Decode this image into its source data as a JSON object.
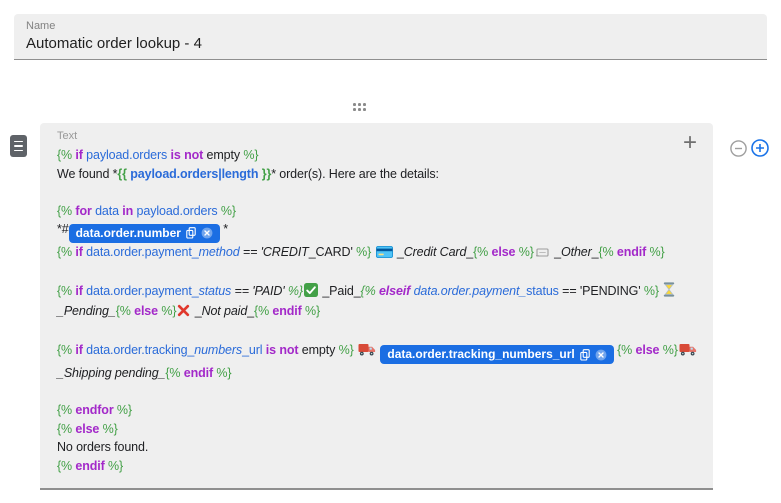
{
  "name_field": {
    "label": "Name",
    "value": "Automatic order lookup - 4"
  },
  "block": {
    "type_label": "Text",
    "add_button_label": "+"
  },
  "colors": {
    "field_bg": "#efefef",
    "keyword": "#a329c9",
    "delimiter": "#43a047",
    "variable": "#2a6bd9",
    "chip_bg": "#1b6ee3",
    "accent_blue": "#1a73e8"
  },
  "icons": [
    "text-block-icon",
    "drag-handle",
    "plus-icon",
    "minus-circle-icon",
    "plus-circle-icon",
    "credit-card-icon",
    "receipt-icon",
    "check-icon",
    "hourglass-icon",
    "cross-icon",
    "truck-icon",
    "copy-icon",
    "remove-icon"
  ],
  "editor": {
    "lines": [
      [
        {
          "t": "{% ",
          "c": "delim"
        },
        {
          "t": "if",
          "c": "kw"
        },
        {
          "t": " ",
          "c": "txt"
        },
        {
          "t": "payload.orders",
          "c": "var"
        },
        {
          "t": " ",
          "c": "txt"
        },
        {
          "t": "is not",
          "c": "kw"
        },
        {
          "t": " empty ",
          "c": "txt"
        },
        {
          "t": "%}",
          "c": "delim"
        }
      ],
      [
        {
          "t": "We found *",
          "c": "txt"
        },
        {
          "t": "{{ ",
          "c": "delim",
          "b": true
        },
        {
          "t": "payload.orders|length",
          "c": "var",
          "b": true
        },
        {
          "t": " }}",
          "c": "delim",
          "b": true
        },
        {
          "t": "* order(s). Here are the details:",
          "c": "txt"
        }
      ],
      [],
      [
        {
          "t": "{% ",
          "c": "delim"
        },
        {
          "t": "for",
          "c": "kw"
        },
        {
          "t": " ",
          "c": "txt"
        },
        {
          "t": "data",
          "c": "var"
        },
        {
          "t": " ",
          "c": "txt"
        },
        {
          "t": "in",
          "c": "kw"
        },
        {
          "t": " ",
          "c": "txt"
        },
        {
          "t": "payload.orders",
          "c": "var"
        },
        {
          "t": " ",
          "c": "txt"
        },
        {
          "t": "%}",
          "c": "delim"
        }
      ],
      [
        {
          "t": "*#",
          "c": "txt"
        },
        {
          "chip": "data.order.number"
        },
        {
          "t": " *",
          "c": "txt"
        }
      ],
      [
        {
          "t": "{% ",
          "c": "delim"
        },
        {
          "t": "if",
          "c": "kw"
        },
        {
          "t": " ",
          "c": "txt"
        },
        {
          "t": "data.order.payment_",
          "c": "var"
        },
        {
          "t": "method",
          "c": "var",
          "i": true
        },
        {
          "t": " == 'CREDIT",
          "c": "txt",
          "i": true
        },
        {
          "t": "_CARD' ",
          "c": "txt"
        },
        {
          "t": "%}",
          "c": "delim"
        },
        {
          "t": " ",
          "c": "txt"
        },
        {
          "icon": "credit-card-icon"
        },
        {
          "t": " _",
          "c": "txt"
        },
        {
          "t": "Credit Card",
          "c": "txt",
          "i": true
        },
        {
          "t": "_",
          "c": "txt"
        },
        {
          "t": "{% ",
          "c": "delim"
        },
        {
          "t": "else",
          "c": "kw"
        },
        {
          "t": " %}",
          "c": "delim"
        },
        {
          "icon": "receipt-icon"
        },
        {
          "t": " _",
          "c": "txt"
        },
        {
          "t": "Other",
          "c": "txt",
          "i": true
        },
        {
          "t": "_",
          "c": "txt"
        },
        {
          "t": "{% ",
          "c": "delim"
        },
        {
          "t": "endif",
          "c": "kw"
        },
        {
          "t": " %}",
          "c": "delim"
        }
      ],
      [],
      [
        {
          "t": "{% ",
          "c": "delim"
        },
        {
          "t": "if",
          "c": "kw"
        },
        {
          "t": " ",
          "c": "txt"
        },
        {
          "t": "data.order.payment_",
          "c": "var"
        },
        {
          "t": "status",
          "c": "var",
          "i": true
        },
        {
          "t": " == 'PAID' ",
          "c": "txt",
          "i": true
        },
        {
          "t": "%}",
          "c": "delim",
          "i": true
        },
        {
          "icon": "check-icon"
        },
        {
          "t": " _Paid_",
          "c": "txt"
        },
        {
          "t": "{% ",
          "c": "delim",
          "i": true
        },
        {
          "t": "elseif",
          "c": "kw",
          "i": true
        },
        {
          "t": " ",
          "c": "txt"
        },
        {
          "t": "data.order.payment_",
          "c": "var",
          "i": true
        },
        {
          "t": "status",
          "c": "var"
        },
        {
          "t": " == 'PENDING' ",
          "c": "txt"
        },
        {
          "t": "%}",
          "c": "delim"
        },
        {
          "t": " ",
          "c": "txt"
        },
        {
          "icon": "hourglass-icon"
        }
      ],
      [
        {
          "t": "_Pending_",
          "c": "txt",
          "i": true
        },
        {
          "t": "{% ",
          "c": "delim"
        },
        {
          "t": "else",
          "c": "kw"
        },
        {
          "t": " %}",
          "c": "delim"
        },
        {
          "icon": "cross-icon"
        },
        {
          "t": " _",
          "c": "txt"
        },
        {
          "t": "Not paid",
          "c": "txt",
          "i": true
        },
        {
          "t": "_",
          "c": "txt"
        },
        {
          "t": "{% ",
          "c": "delim"
        },
        {
          "t": "endif",
          "c": "kw"
        },
        {
          "t": " %}",
          "c": "delim"
        }
      ],
      [],
      [
        {
          "t": "{% ",
          "c": "delim"
        },
        {
          "t": "if",
          "c": "kw"
        },
        {
          "t": " ",
          "c": "txt"
        },
        {
          "t": "data.order.tracking_",
          "c": "var"
        },
        {
          "t": "numbers",
          "c": "var",
          "i": true
        },
        {
          "t": "_url",
          "c": "var"
        },
        {
          "t": " ",
          "c": "txt"
        },
        {
          "t": "is not",
          "c": "kw"
        },
        {
          "t": " empty ",
          "c": "txt"
        },
        {
          "t": "%}",
          "c": "delim"
        },
        {
          "t": " ",
          "c": "txt"
        },
        {
          "icon": "truck-icon"
        },
        {
          "t": " ",
          "c": "txt"
        },
        {
          "chip": "data.order.tracking_numbers_url"
        },
        {
          "t": " ",
          "c": "txt"
        },
        {
          "t": "{% ",
          "c": "delim"
        },
        {
          "t": "else",
          "c": "kw"
        },
        {
          "t": " %}",
          "c": "delim"
        },
        {
          "icon": "truck-icon"
        }
      ],
      [
        {
          "t": "_Shipping pending_",
          "c": "txt",
          "i": true
        },
        {
          "t": "{% ",
          "c": "delim"
        },
        {
          "t": "endif",
          "c": "kw"
        },
        {
          "t": " %}",
          "c": "delim"
        }
      ],
      [],
      [
        {
          "t": "{% ",
          "c": "delim"
        },
        {
          "t": "endfor",
          "c": "kw"
        },
        {
          "t": " %}",
          "c": "delim"
        }
      ],
      [
        {
          "t": "{% ",
          "c": "delim"
        },
        {
          "t": "else",
          "c": "kw"
        },
        {
          "t": " %}",
          "c": "delim"
        }
      ],
      [
        {
          "t": "No orders found.",
          "c": "txt"
        }
      ],
      [
        {
          "t": "{% ",
          "c": "delim"
        },
        {
          "t": "endif",
          "c": "kw"
        },
        {
          "t": " %}",
          "c": "delim"
        }
      ]
    ]
  }
}
